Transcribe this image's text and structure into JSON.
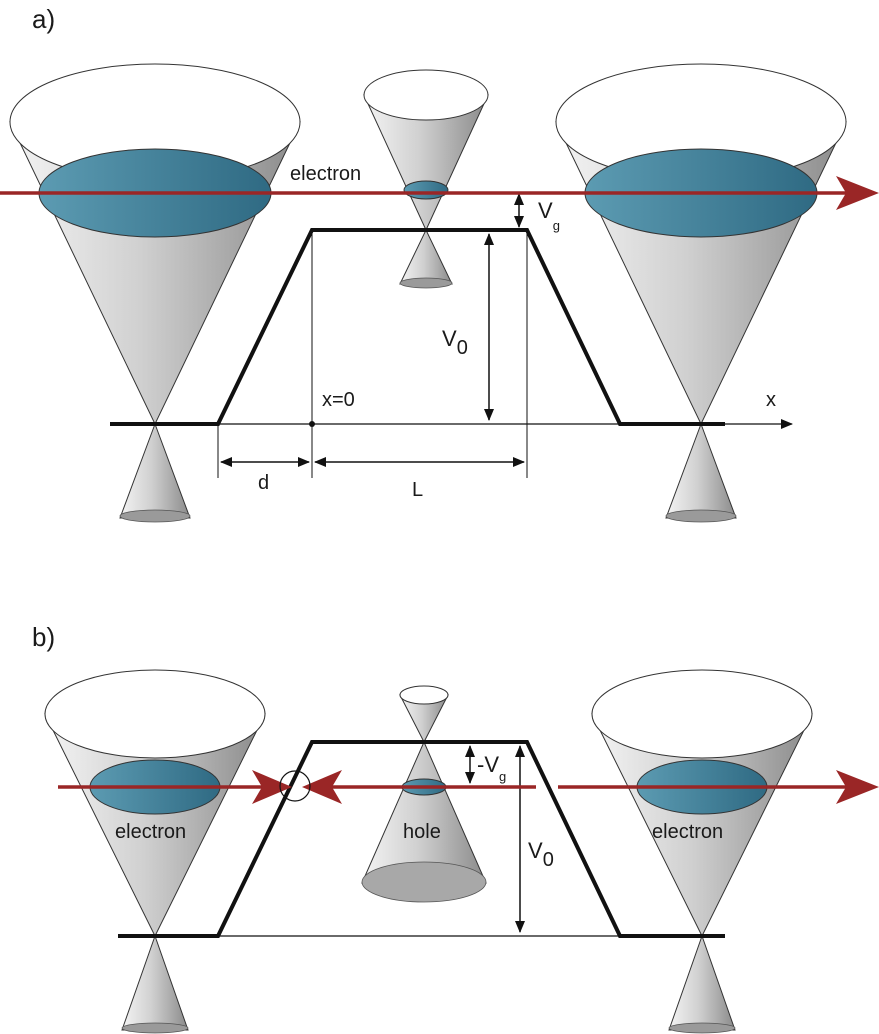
{
  "panel_a": {
    "label": "a)",
    "electron_label": "electron",
    "vg_symbol": "V",
    "vg_subscript": "g",
    "v0_symbol": "V",
    "v0_subscript": "0",
    "origin_label": "x=0",
    "x_axis_label": "x",
    "d_label": "d",
    "L_label": "L"
  },
  "panel_b": {
    "label": "b)",
    "left_cone_label": "electron",
    "middle_cone_label": "hole",
    "right_cone_label": "electron",
    "neg_vg_symbol": "-V",
    "neg_vg_subscript": "g",
    "v0_symbol": "V",
    "v0_subscript": "0"
  },
  "colors": {
    "fermi_sea": "#3d7d96",
    "arrow": "#9a2626",
    "barrier": "#111111",
    "cone_fill": "#c8c8c8"
  }
}
